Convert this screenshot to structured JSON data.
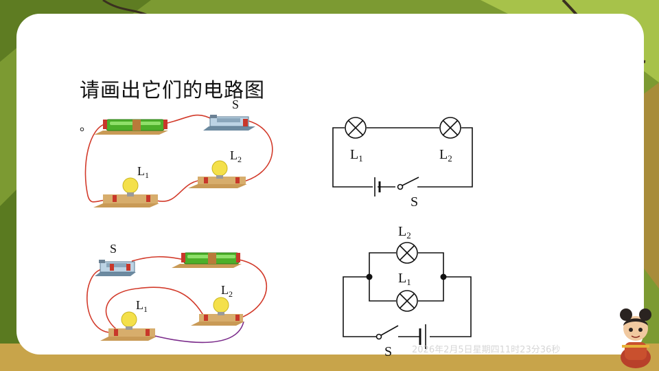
{
  "slide": {
    "title": "请画出它们的电路图",
    "period": "。",
    "timestamp": "2026年2月5日星期四11时23分36秒"
  },
  "diagrams": {
    "physical_series": {
      "switch_label": "S",
      "lamp1_label": "L",
      "lamp1_sub": "1",
      "lamp2_label": "L",
      "lamp2_sub": "2"
    },
    "schematic_series": {
      "lamp1_label": "L",
      "lamp1_sub": "1",
      "lamp2_label": "L",
      "lamp2_sub": "2",
      "switch_label": "S"
    },
    "physical_parallel": {
      "switch_label": "S",
      "lamp1_label": "L",
      "lamp1_sub": "1",
      "lamp2_label": "L",
      "lamp2_sub": "2"
    },
    "schematic_parallel": {
      "lamp2_label": "L",
      "lamp2_sub": "2",
      "lamp1_label": "L",
      "lamp1_sub": "1",
      "switch_label": "S"
    }
  },
  "colors": {
    "wire_red": "#d23a2a",
    "wire_purple": "#7a2a8a",
    "schematic_line": "#111111",
    "battery_green": "#4caf2a",
    "bulb_yellow": "#f4e04a"
  }
}
